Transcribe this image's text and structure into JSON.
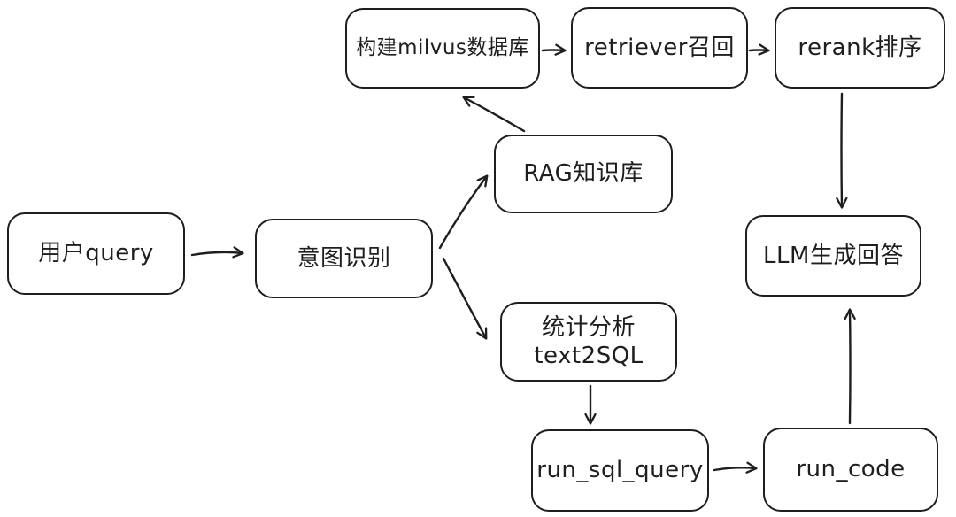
{
  "diagram": {
    "background_color": "#ffffff",
    "stroke_color": "#1e1e1e",
    "style": "hand-drawn-flowchart",
    "nodes": [
      {
        "id": "user-query",
        "label": "用户query"
      },
      {
        "id": "intent-recognition",
        "label": "意图识别"
      },
      {
        "id": "rag-knowledge-base",
        "label": "RAG知识库"
      },
      {
        "id": "build-milvus-db",
        "label": "构建milvus数据库"
      },
      {
        "id": "retriever-recall",
        "label": "retriever召回"
      },
      {
        "id": "rerank-sort",
        "label": "rerank排序"
      },
      {
        "id": "llm-generate-answer",
        "label": "LLM生成回答"
      },
      {
        "id": "stats-text2sql",
        "label": "统计分析\ntext2SQL"
      },
      {
        "id": "run-sql-query",
        "label": "run_sql_query"
      },
      {
        "id": "run-code",
        "label": "run_code"
      }
    ],
    "edges": [
      {
        "from": "user-query",
        "to": "intent-recognition"
      },
      {
        "from": "intent-recognition",
        "to": "rag-knowledge-base"
      },
      {
        "from": "intent-recognition",
        "to": "stats-text2sql"
      },
      {
        "from": "rag-knowledge-base",
        "to": "build-milvus-db"
      },
      {
        "from": "build-milvus-db",
        "to": "retriever-recall"
      },
      {
        "from": "retriever-recall",
        "to": "rerank-sort"
      },
      {
        "from": "rerank-sort",
        "to": "llm-generate-answer"
      },
      {
        "from": "stats-text2sql",
        "to": "run-sql-query"
      },
      {
        "from": "run-sql-query",
        "to": "run-code"
      },
      {
        "from": "run-code",
        "to": "llm-generate-answer"
      }
    ]
  }
}
